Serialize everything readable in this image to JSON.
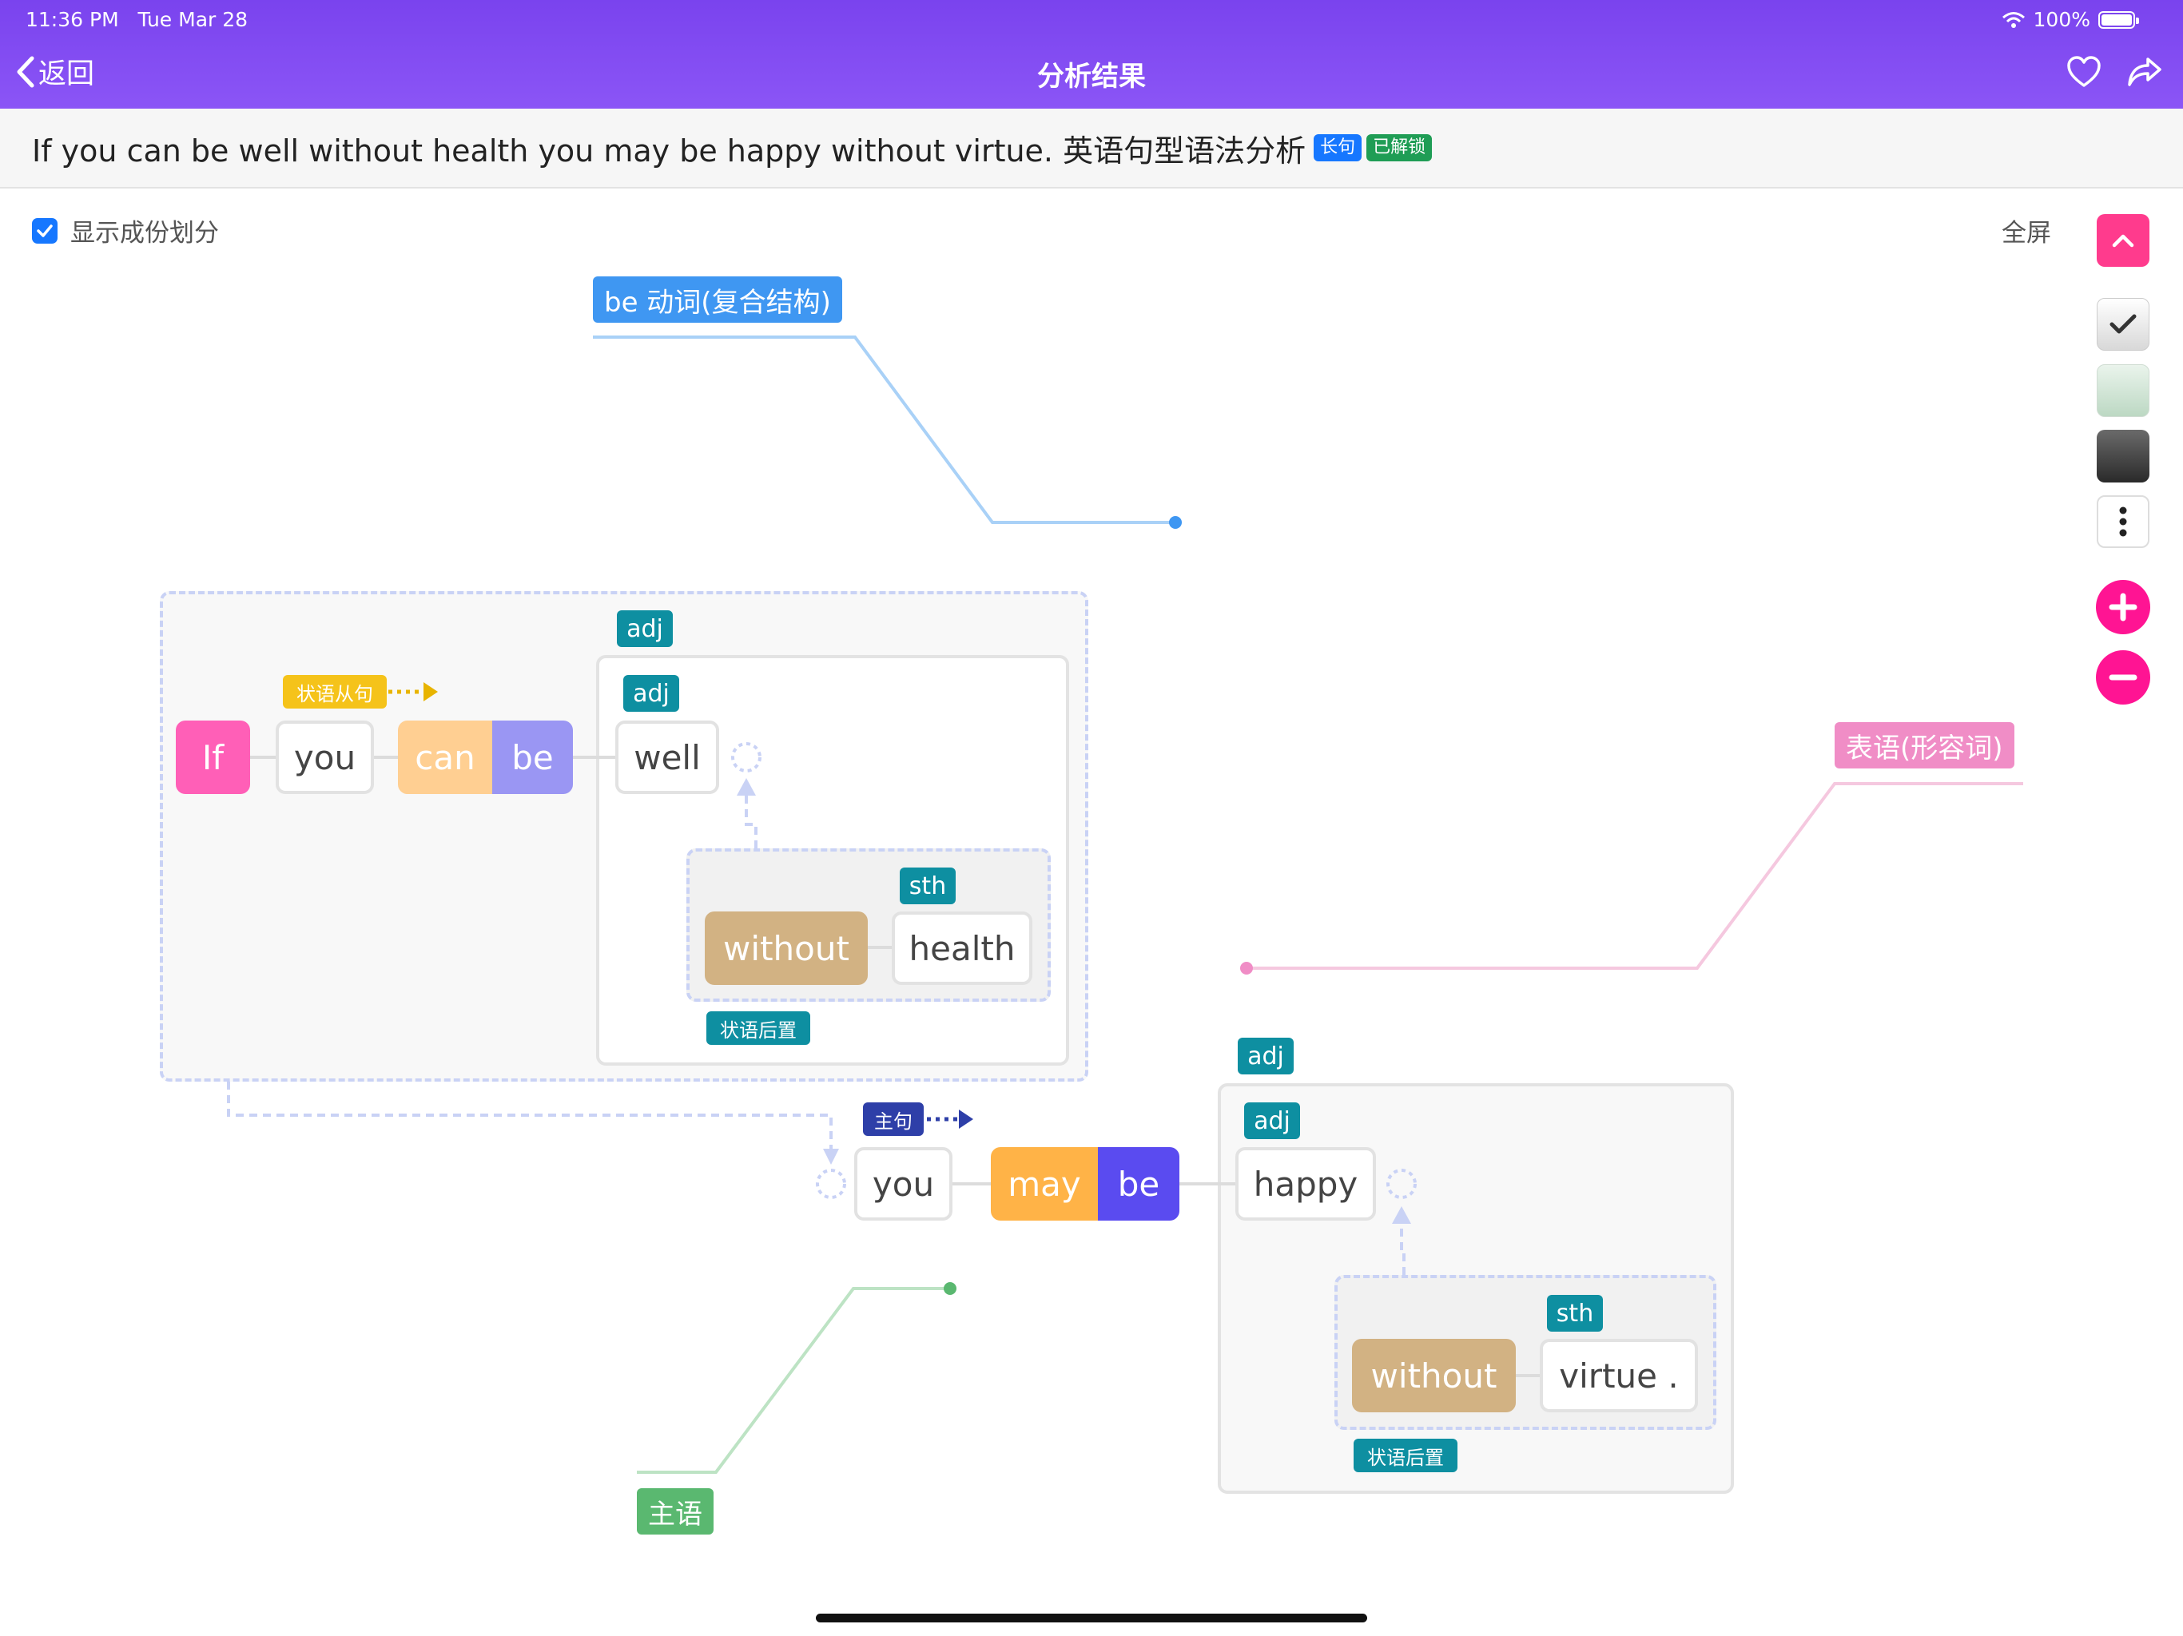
{
  "status": {
    "time": "11:36 PM",
    "date": "Tue Mar 28",
    "battery": "100%"
  },
  "nav": {
    "back_label": "返回",
    "title": "分析结果"
  },
  "sentence": {
    "text": "If you can be well without health you may be happy without virtue. 英语句型语法分析",
    "tag_long": "长句",
    "tag_unlocked": "已解锁"
  },
  "options": {
    "show_components": "显示成份划分",
    "fullscreen": "全屏"
  },
  "colors": {
    "nav": "#7a43ee",
    "teal": "#0e8fa1",
    "blue_label": "#3f97f2",
    "pink_label": "#f08dc6",
    "green_label": "#5ab870",
    "orange": "#ffb347",
    "purple": "#5a4bf0",
    "tan": "#d2b283"
  },
  "labels": {
    "be_verb": "be 动词(复合结构)",
    "predicative": "表语(形容词)",
    "subject": "主语"
  },
  "clause": {
    "badge": "状语从句",
    "words": {
      "if": "If",
      "you": "you",
      "can": "can",
      "be": "be"
    },
    "outer_adj": "adj",
    "inner_adj": "adj",
    "well": "well",
    "sth": "sth",
    "without": "without",
    "health": "health",
    "postpos": "状语后置"
  },
  "main": {
    "badge": "主句",
    "words": {
      "you": "you",
      "may": "may",
      "be": "be"
    },
    "outer_adj": "adj",
    "inner_adj": "adj",
    "happy": "happy",
    "sth": "sth",
    "without": "without",
    "virtue": "virtue .",
    "postpos": "状语后置"
  }
}
